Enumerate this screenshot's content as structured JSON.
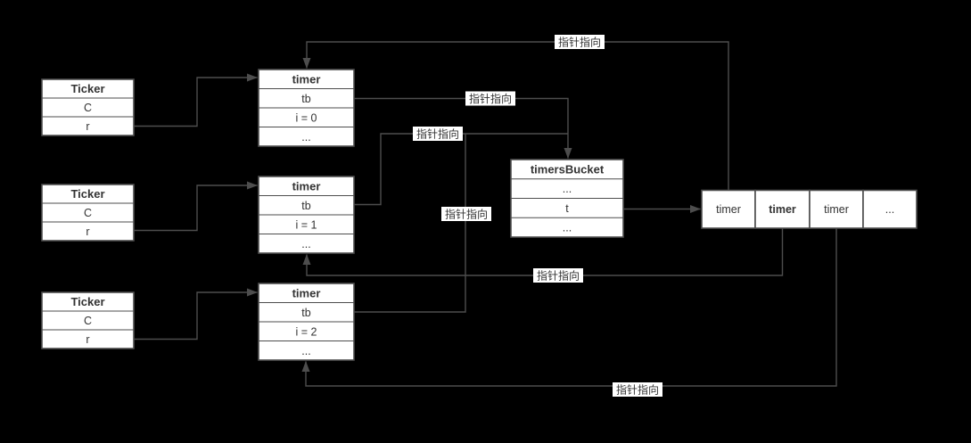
{
  "diagram": {
    "colors": {
      "background": "#000000",
      "box_fill": "#ffffff",
      "box_border": "#4d4d4d",
      "edge": "#4d4d4d",
      "text": "#333333",
      "edge_label_bg": "#ffffff"
    },
    "tickers": [
      {
        "title": "Ticker",
        "rows": [
          "C",
          "r"
        ]
      },
      {
        "title": "Ticker",
        "rows": [
          "C",
          "r"
        ]
      },
      {
        "title": "Ticker",
        "rows": [
          "C",
          "r"
        ]
      }
    ],
    "timers": [
      {
        "title": "timer",
        "rows": [
          "tb",
          "i = 0",
          "..."
        ]
      },
      {
        "title": "timer",
        "rows": [
          "tb",
          "i = 1",
          "..."
        ]
      },
      {
        "title": "timer",
        "rows": [
          "tb",
          "i = 2",
          "..."
        ]
      }
    ],
    "bucket": {
      "title": "timersBucket",
      "rows": [
        "...",
        "t",
        "..."
      ]
    },
    "timer_array": {
      "cells": [
        "timer",
        "timer",
        "timer",
        "..."
      ]
    },
    "edge_labels": [
      "指针指向",
      "指针指向",
      "指针指向",
      "指针指向",
      "指针指向",
      "指针指向"
    ]
  }
}
